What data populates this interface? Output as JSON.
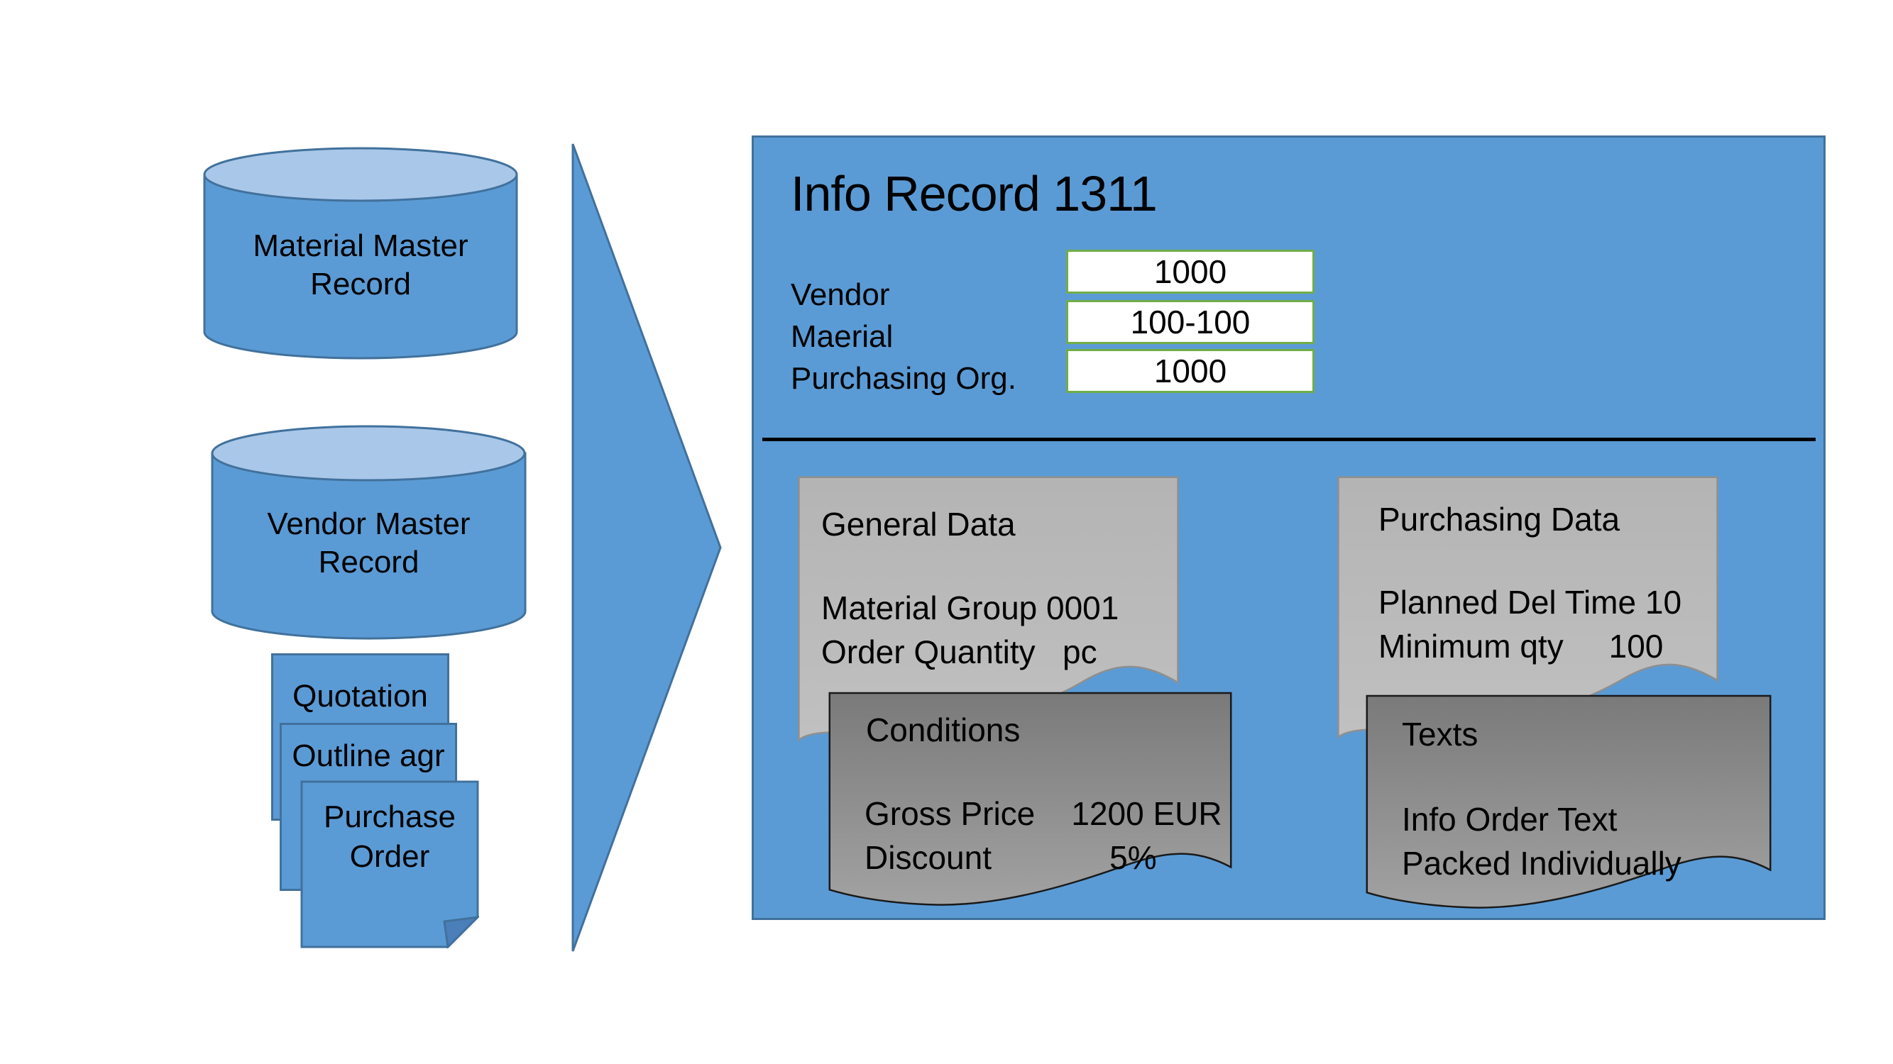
{
  "diagram_title": "Info record creation (sources feeding an info record)",
  "palette": {
    "shape_blue": "#5b9bd5",
    "shape_blue_border": "#41719c",
    "cylinder_top_blue": "#a9c7e9",
    "fold_blue": "#4a7fba",
    "light_gray_box": "#b9b9b9",
    "dark_gray_box_top": "#7a7a7a",
    "dark_gray_box_bottom": "#a2a2a2",
    "field_border_green": "#70ad47",
    "text": "#000000"
  },
  "sources": {
    "material_master_label": "Material Master Record",
    "vendor_master_label": "Vendor Master Record",
    "document_stack": [
      {
        "label": "Quotation"
      },
      {
        "label": "Outline agr"
      },
      {
        "label": "Purchase Order"
      }
    ]
  },
  "info_record": {
    "title": "Info Record 1311",
    "fields": [
      {
        "label": "Vendor",
        "value": "1000"
      },
      {
        "label": "Maerial",
        "value": "100-100"
      },
      {
        "label": "Purchasing Org.",
        "value": "1000"
      }
    ],
    "sections": {
      "general_data": {
        "title": "General Data",
        "lines": [
          "Material Group 0001",
          "Order Quantity   pc"
        ]
      },
      "purchasing_data": {
        "title": "Purchasing Data",
        "lines": [
          "Planned Del Time 10",
          "Minimum qty     100"
        ]
      },
      "conditions": {
        "title": "Conditions",
        "lines": [
          "Gross Price    1200 EUR",
          "Discount             5%"
        ]
      },
      "texts": {
        "title": "Texts",
        "lines": [
          "Info Order Text",
          "Packed Individually"
        ]
      }
    }
  }
}
